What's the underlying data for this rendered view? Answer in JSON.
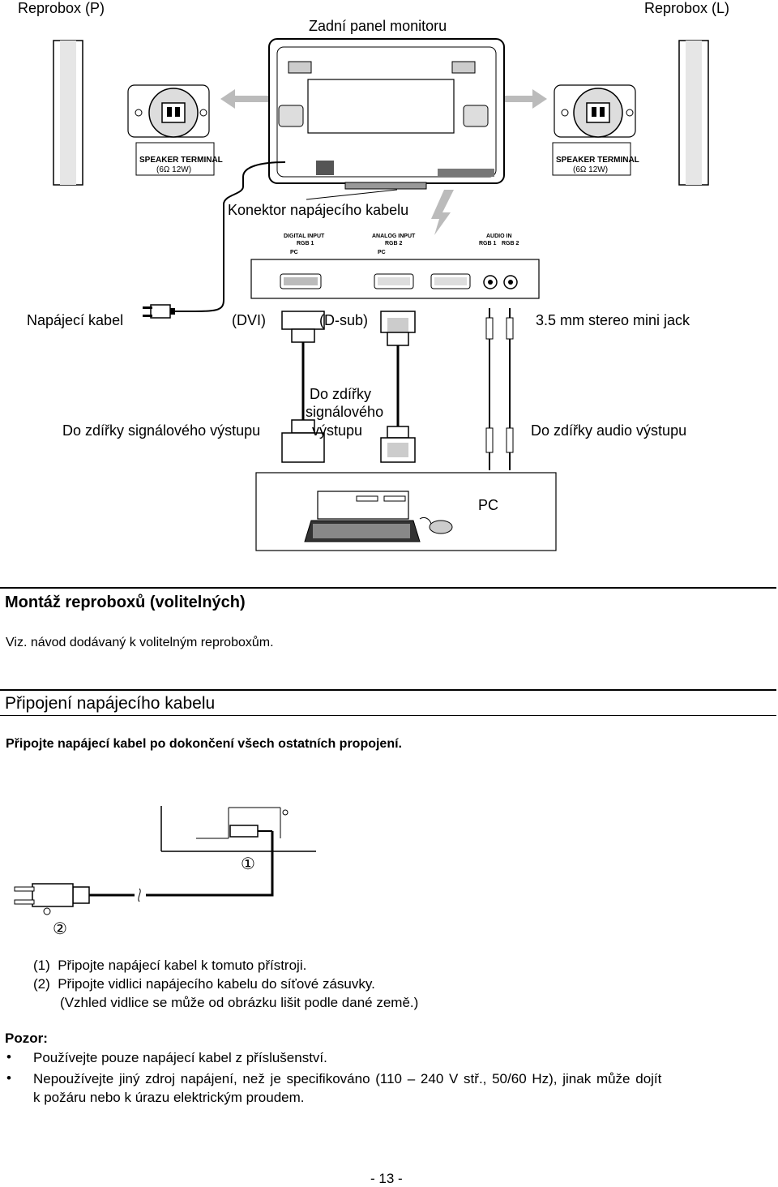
{
  "diagram": {
    "speaker_right_label": "Reprobox (P)",
    "speaker_left_label": "Reprobox (L)",
    "monitor_back_label": "Zadní panel monitoru",
    "speaker_terminal_label": "SPEAKER TERMINAL",
    "speaker_terminal_spec": "(6Ω 12W)",
    "power_connector_label": "Konektor napájecího kabelu",
    "panel_digital": "DIGITAL INPUT",
    "panel_digital_sub": "RGB 1",
    "panel_analog": "ANALOG INPUT",
    "panel_analog_sub": "RGB 2",
    "panel_audio": "AUDIO IN",
    "panel_audio_sub1": "RGB 1",
    "panel_audio_sub2": "RGB 2",
    "panel_pc1": "PC",
    "panel_pc2": "PC",
    "power_cable_label": "Napájecí kabel",
    "dvi_label": "(DVI)",
    "dsub_label": "(D-sub)",
    "jack_label": "3.5 mm stereo mini jack",
    "signal_out_left": "Do zdířky signálového výstupu",
    "signal_out_center_1": "Do zdířky",
    "signal_out_center_2": "signálového",
    "signal_out_center_3": "výstupu",
    "audio_out_label": "Do zdířky audio výstupu",
    "pc_label": "PC"
  },
  "section1": {
    "title": "Montáž reproboxů (volitelných)",
    "text": "Viz. návod dodávaný k volitelným reproboxům."
  },
  "section2": {
    "title": "Připojení napájecího kabelu",
    "intro": "Připojte napájecí kabel po dokončení všech ostatních propojení.",
    "callout1": "①",
    "callout2": "②",
    "steps": [
      "(1)  Připojte napájecí kabel k tomuto přístroji.",
      "(2)  Připojte vidlici napájecího kabelu do síťové zásuvky.",
      "       (Vzhled vidlice se může od obrázku lišit podle dané země.)"
    ]
  },
  "caution": {
    "title": "Pozor:",
    "items": [
      "Používejte pouze napájecí kabel z příslušenství.",
      "Nepoužívejte jiný zdroj napájení, než je specifikováno (110 – 240 V stř., 50/60 Hz), jinak může dojít",
      "k požáru nebo k úrazu elektrickým proudem."
    ]
  },
  "page_number": "- 13 -"
}
